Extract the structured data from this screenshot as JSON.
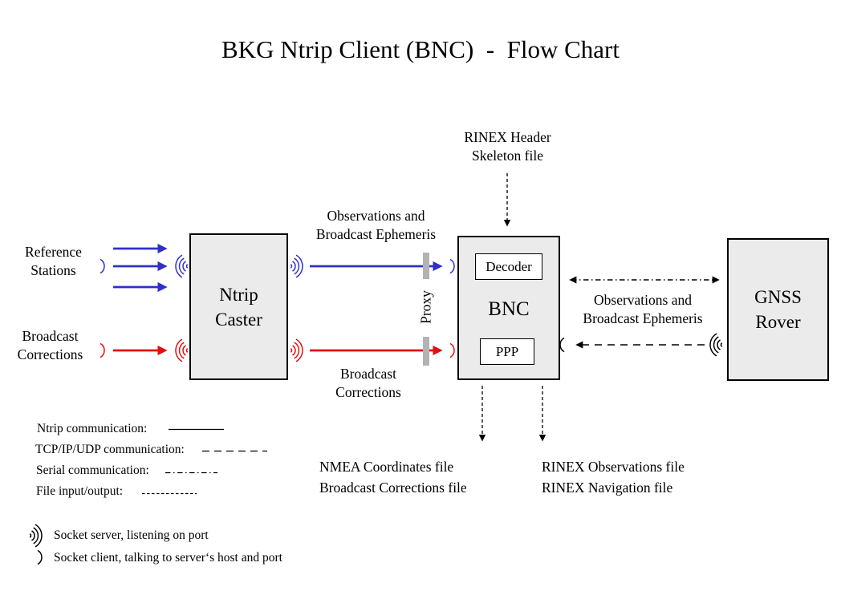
{
  "title": "BKG Ntrip Client (BNC)  -  Flow Chart",
  "nodes": {
    "ntrip_caster": "Ntrip\nCaster",
    "bnc": "BNC",
    "decoder": "Decoder",
    "ppp": "PPP",
    "gnss_rover": "GNSS\nRover"
  },
  "labels": {
    "reference_stations": "Reference\nStations",
    "broadcast_corrections_input": "Broadcast\nCorrections",
    "observations_ephemeris_left": "Observations and\nBroadcast Ephemeris",
    "broadcast_corrections_mid": "Broadcast\nCorrections",
    "proxy": "Proxy",
    "rinex_header_skeleton": "RINEX Header\nSkeleton file",
    "observations_ephemeris_right": "Observations and\nBroadcast Ephemeris",
    "nmea_output_files": "NMEA Coordinates file\nBroadcast Corrections file",
    "rinex_output_files": "RINEX Observations file\nRINEX Navigation file"
  },
  "legend": {
    "ntrip": "Ntrip communication:",
    "tcp": "TCP/IP/UDP communication:",
    "serial": "Serial communication:",
    "file": "File input/output:",
    "socket_server": "Socket server, listening on port",
    "socket_client": "Socket client, talking to server‘s host and port"
  },
  "colors": {
    "blue": "#3030C8",
    "red": "#E01010",
    "box_fill": "#EBEBEB",
    "box_border": "#000000",
    "proxy_bar": "#B3B3B3",
    "text": "#000000",
    "background": "#FFFFFF"
  }
}
